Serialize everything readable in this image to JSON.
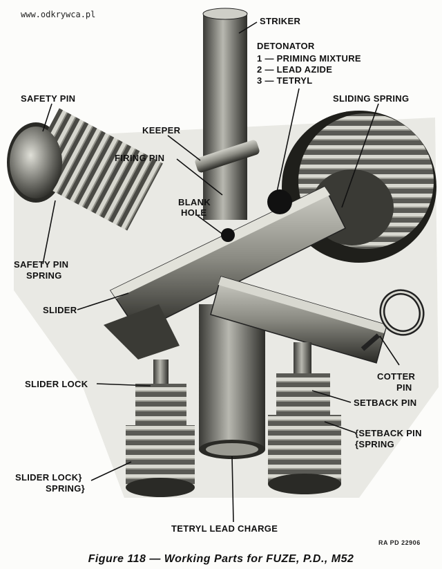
{
  "watermark": "www.odkrywca.pl",
  "labels": {
    "striker": "STRIKER",
    "detonator": "DETONATOR",
    "det_1": "1 — PRIMING MIXTURE",
    "det_2": "2 — LEAD AZIDE",
    "det_3": "3 — TETRYL",
    "sliding_spring": "SLIDING SPRING",
    "safety_pin": "SAFETY PIN",
    "keeper": "KEEPER",
    "firing_pin": "FIRING PIN",
    "blank_hole": "BLANK",
    "blank_hole_2": "HOLE",
    "safety_pin_spring": "SAFETY PIN",
    "safety_pin_spring_2": "SPRING",
    "slider": "SLIDER",
    "cotter_pin": "COTTER",
    "cotter_pin_2": "PIN",
    "slider_lock": "SLIDER LOCK",
    "setback_pin": "SETBACK PIN",
    "setback_pin_spring": "{SETBACK PIN",
    "setback_pin_spring_2": "{SPRING",
    "slider_lock_spring": "SLIDER LOCK}",
    "slider_lock_spring_2": "SPRING}",
    "tetryl_lead_charge": "TETRYL LEAD CHARGE"
  },
  "stamp": "RA PD 22906",
  "caption": "Figure 118 — Working Parts for FUZE, P.D., M52"
}
